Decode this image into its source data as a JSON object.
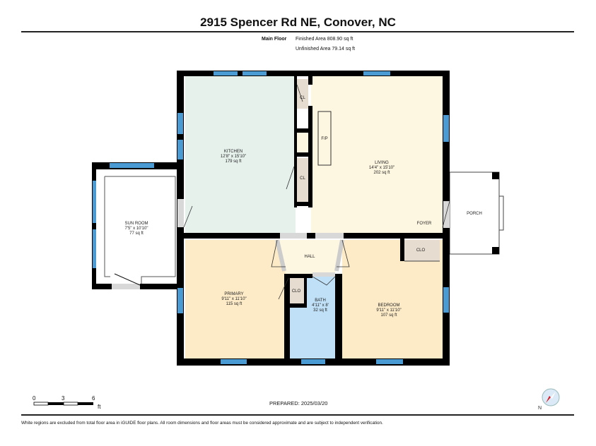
{
  "header": {
    "title": "2915 Spencer Rd NE, Conover, NC",
    "floor_label": "Main Floor",
    "finished_area": "Finished Area 808.90 sq ft",
    "unfinished_area": "Unfinished Area 79.14 sq ft"
  },
  "rooms": {
    "kitchen": {
      "name": "KITCHEN",
      "dims": "12'8\" x 15'10\"",
      "area": "179 sq ft"
    },
    "living": {
      "name": "LIVING",
      "dims": "14'4\" x 15'10\"",
      "area": "202 sq ft"
    },
    "sunroom": {
      "name": "SUN ROOM",
      "dims": "7'5\" x 10'10\"",
      "area": "77 sq ft"
    },
    "primary": {
      "name": "PRIMARY",
      "dims": "9'11\" x 11'10\"",
      "area": "115 sq ft"
    },
    "bath": {
      "name": "BATH",
      "dims": "4'11\" x 8'",
      "area": "32 sq ft"
    },
    "bedroom": {
      "name": "BEDROOM",
      "dims": "9'11\" x 11'10\"",
      "area": "107 sq ft"
    },
    "hall": {
      "name": "HALL"
    },
    "foyer": {
      "name": "FOYER"
    },
    "porch": {
      "name": "PORCH"
    },
    "closet_upper": {
      "name": "CL"
    },
    "closet_lower": {
      "name": "CL"
    },
    "fireplace": {
      "name": "F/P"
    },
    "clo_primary": {
      "name": "CLO"
    },
    "clo_bedroom": {
      "name": "CLO"
    }
  },
  "scale": {
    "ticks": [
      "0",
      "3",
      "6"
    ],
    "unit": "ft"
  },
  "footer": {
    "prepared": "PREPARED: 2025/03/20",
    "disclaimer": "White regions are excluded from total floor area in iGUIDE floor plans. All room dimensions and floor areas must be considered approximate and are subject to independent verification.",
    "compass_label": "N"
  },
  "colors": {
    "wall": "#000000",
    "window": "#4a9ad4",
    "kitchen": "#e6f1ec",
    "living": "#fdf6e0",
    "bedroom": "#fdebc8",
    "bath": "#bfe0f7",
    "closet": "#e6dccf",
    "door_gap": "#d8d8d8"
  }
}
